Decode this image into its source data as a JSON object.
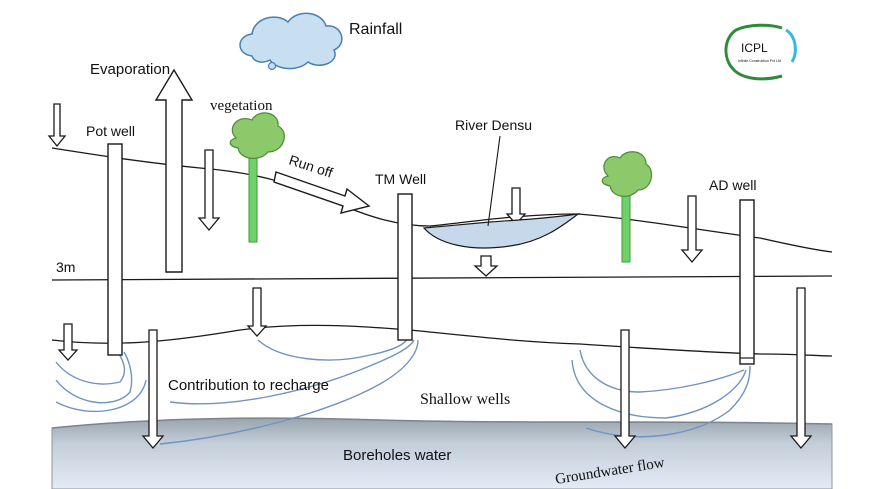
{
  "labels": {
    "rainfall": "Rainfall",
    "evaporation": "Evaporation",
    "vegetation": "vegetation",
    "pot_well": "Pot well",
    "run_off": "Run off",
    "tm_well": "TM Well",
    "river": "River Densu",
    "ad_well": "AD well",
    "depth": "3m",
    "recharge": "Contribution to recharge",
    "shallow_wells": "Shallow wells",
    "boreholes": "Boreholes water",
    "groundwater_flow": "Groundwater flow"
  },
  "logo": {
    "text": "ICPL",
    "subtext": "Infinite Construction Pvt Ltd"
  },
  "colors": {
    "cloud_fill": "#c8dff2",
    "cloud_stroke": "#4a7fb0",
    "tree_fill": "#8cc96b",
    "trunk": "#6fd16a",
    "water_fill": "#c6d8ea",
    "flow_line": "#6f93c4",
    "aquifer_top": "#9aa4ad",
    "aquifer_bottom": "#dfe8f4",
    "logo_blue": "#38b6e6",
    "logo_green": "#2e8b3a"
  }
}
